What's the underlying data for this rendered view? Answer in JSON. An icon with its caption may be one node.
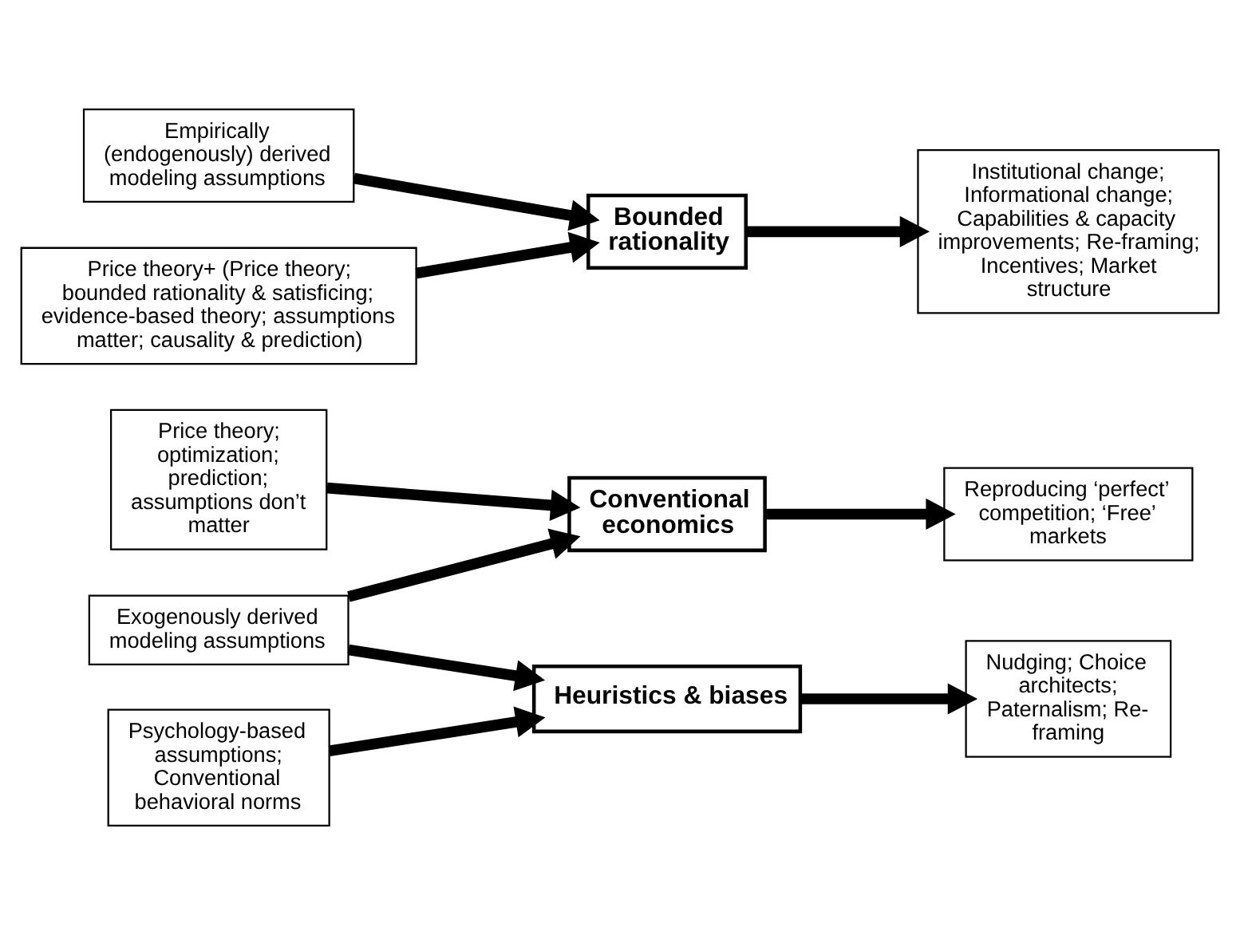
{
  "diagram": {
    "nodes": [
      {
        "text": [
          "Price theory; optimization; prediction; assumptions don’t matter"
        ]
      },
      {
        "text": [
          "Conventional economics"
        ]
      },
      {
        "text": [
          "Reproducing ‘perfect’ competition; ‘Free’ markets"
        ]
      },
      {
        "text": [
          "Exogenously derived modeling assumptions"
        ]
      },
      {
        "text": [
          "Heuristics & biases"
        ]
      },
      {
        "text": [
          "Nudging; Choice architects; Paternalism; Re-framing"
        ]
      },
      {
        "text": [
          "Psychology-based assumptions; Conventional behavioral norms"
        ]
      },
      {
        "text": [
          "Bounded rationality"
        ]
      },
      {
        "text": [
          "Institutional change; Informational change; Capabilities & capacity improvements; Re-framing; Incentives; Market structure"
        ]
      },
      {
        "text": [
          "Empirically (endogenously) derived modeling assumptions"
        ]
      },
      {
        "text": [
          "Price theory+ (Price theory; bounded rationality & satisficing; evidence-based theory; assumptions matter; causality & prediction)"
        ]
      }
    ],
    "edges": [
      {
        "from": 0,
        "to": 1,
        "arrow": "to"
      },
      {
        "from": 3,
        "to": 1,
        "arrow": "to"
      },
      {
        "from": 3,
        "to": 4,
        "arrow": "to"
      },
      {
        "from": 1,
        "to": 2,
        "arrow": "to"
      },
      {
        "from": 4,
        "to": 5,
        "arrow": "to"
      },
      {
        "from": 6,
        "to": 4,
        "arrow": "to"
      },
      {
        "from": 9,
        "to": 7,
        "arrow": "to"
      },
      {
        "from": 10,
        "to": 7,
        "arrow": "to"
      },
      {
        "from": 7,
        "to": 8,
        "arrow": "to"
      }
    ]
  }
}
